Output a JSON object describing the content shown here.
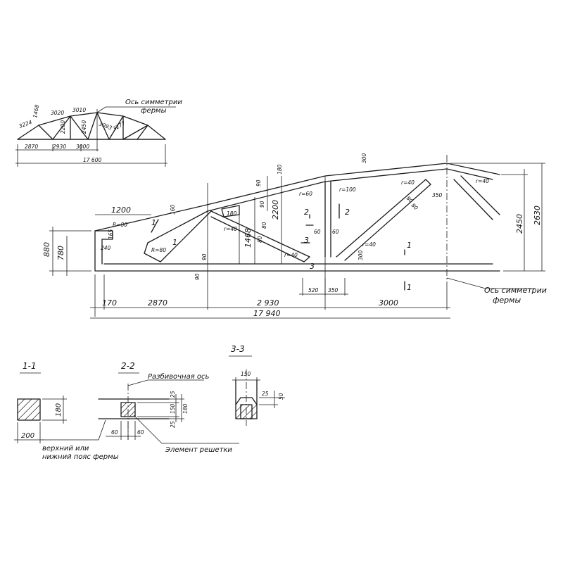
{
  "scheme": {
    "label_sym": "Ось симметрии",
    "label_sym2": "фермы",
    "top": [
      "3224",
      "1468",
      "3020",
      "3010"
    ],
    "diag": [
      "2200",
      "2450",
      "3093",
      "3277"
    ],
    "bottom": [
      "2870",
      "2930",
      "3000"
    ],
    "total": "17 600"
  },
  "truss": {
    "span_1200": "1200",
    "r80a": "R=80",
    "d165": "165",
    "d240": "240",
    "r80b": "R=80",
    "h880": "880",
    "h780": "780",
    "d160": "160",
    "d90a": "90",
    "d90b": "90",
    "d90c": "90",
    "d90d": "90",
    "d180": "180",
    "d2200": "2200",
    "d1468": "1468",
    "d180b": "180",
    "d80a": "80",
    "d80b": "80",
    "r60": "r=60",
    "r100": "r=100",
    "r40a": "r=40",
    "r40b": "r=40",
    "r40c": "r=40",
    "r40d": "r=40",
    "r40e": "r=40",
    "d60a": "60",
    "d60b": "60",
    "d300a": "300",
    "d300b": "300",
    "d350a": "350",
    "d350b": "350",
    "d520": "520",
    "d80c": "80",
    "d80d": "80",
    "h2450": "2450",
    "h2630": "2630",
    "dim170": "170",
    "dim2870": "2870",
    "dim2930": "2 930",
    "dim3000": "3000",
    "total": "17 940",
    "sym": "Ось симметрии",
    "sym2": "фермы",
    "cut1": "1",
    "cut2": "2",
    "cut3": "3"
  },
  "sections": {
    "s11": {
      "title": "1-1",
      "w": "200",
      "h": "180"
    },
    "s22": {
      "title": "2-2",
      "axis": "Разбивочная ось",
      "d25a": "25",
      "d150": "150",
      "d25b": "25",
      "d180": "180",
      "d60a": "60",
      "d60b": "60",
      "chord": "верхний или",
      "chord2": "нижний пояс фермы",
      "element": "Элемент решетки"
    },
    "s33": {
      "title": "3-3",
      "d150": "150",
      "d25": "25",
      "d50": "50"
    }
  }
}
